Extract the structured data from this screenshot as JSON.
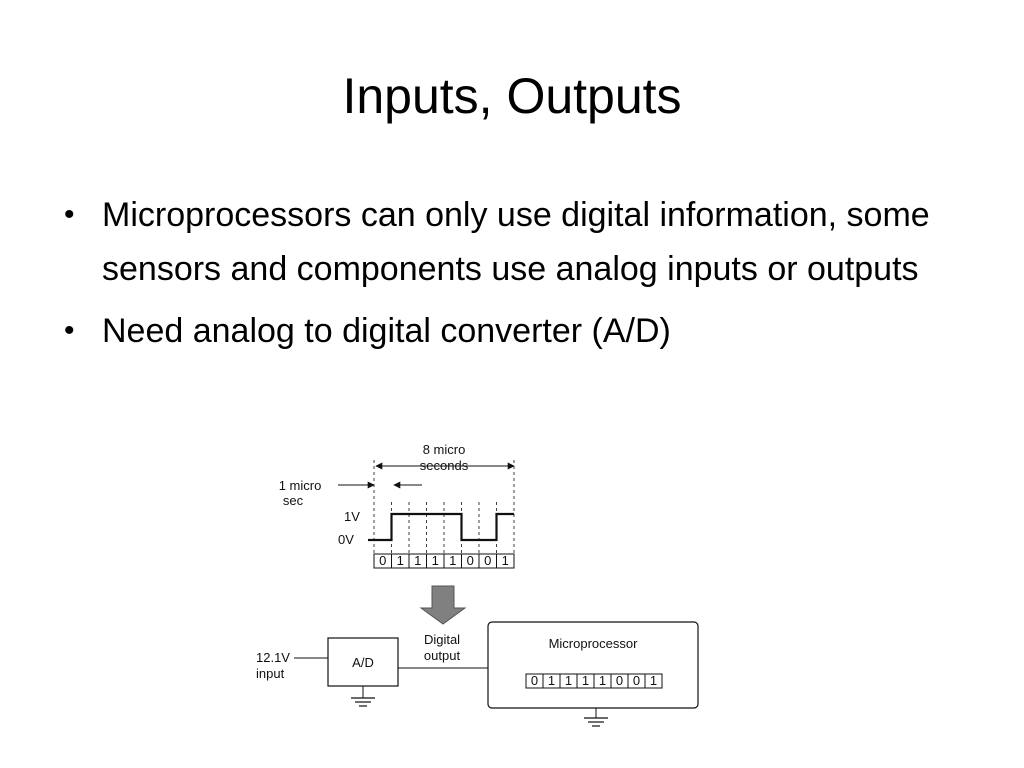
{
  "slide": {
    "title": "Inputs, Outputs",
    "bullets": [
      "Microprocessors can only use digital information, some sensors and components use analog inputs or outputs",
      "Need analog to digital converter (A/D)"
    ],
    "bullet_glyph": "•"
  },
  "diagram": {
    "period_label_line1": "8 micro",
    "period_label_line2": "seconds",
    "bit_time_label_line1": "1 micro",
    "bit_time_label_line2": "sec",
    "high_level_label": "1V",
    "low_level_label": "0V",
    "bits": [
      "0",
      "1",
      "1",
      "1",
      "1",
      "0",
      "0",
      "1"
    ],
    "converter_label": "A/D",
    "input_label_line1": "12.1V",
    "input_label_line2": "input",
    "output_label_line1": "Digital",
    "output_label_line2": "output",
    "processor_label": "Microprocessor",
    "processor_bits": [
      "0",
      "1",
      "1",
      "1",
      "1",
      "0",
      "0",
      "1"
    ]
  }
}
